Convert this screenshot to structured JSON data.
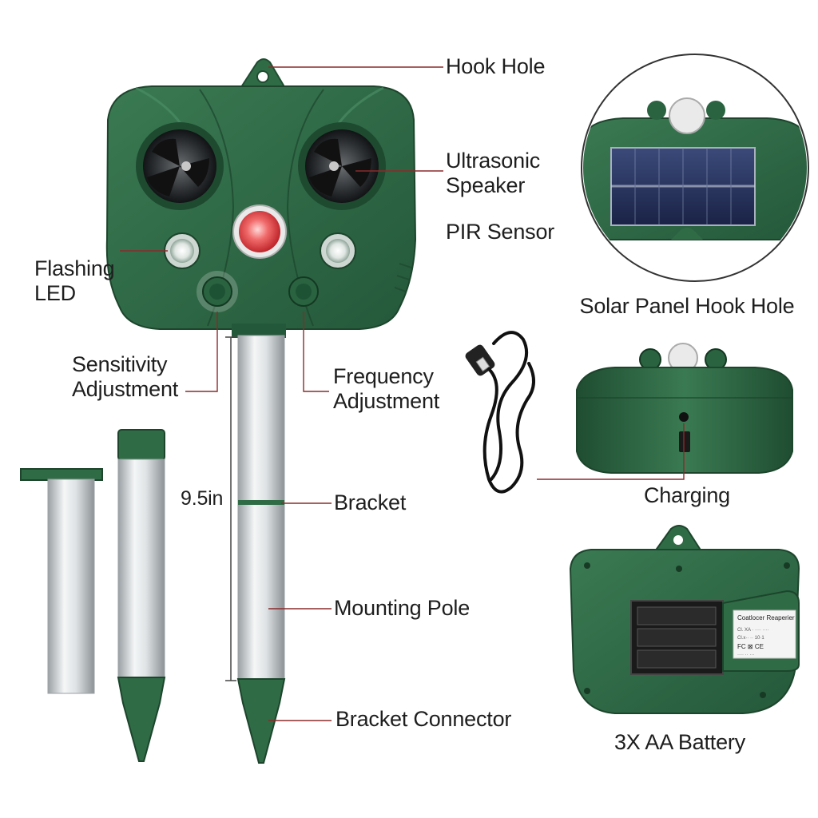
{
  "labels": {
    "hook_hole": "Hook Hole",
    "ultrasonic_speaker": "Ultrasonic\nSpeaker",
    "pir_sensor": "PIR Sensor",
    "flashing_led": "Flashing\nLED",
    "sensitivity_adjustment": "Sensitivity\nAdjustment",
    "frequency_adjustment": "Frequency\nAdjustment",
    "height": "9.5in",
    "bracket": "Bracket",
    "mounting_pole": "Mounting Pole",
    "bracket_connector": "Bracket Connector",
    "solar_panel_hook_hole": "Solar Panel Hook Hole",
    "charging": "Charging",
    "battery": "3X AA Battery"
  },
  "battery_cover": {
    "title": "Coatlocer Reaperier",
    "line1": "Cl. XA  ·  ···· ····",
    "line2": "Cl.x·· ·· 10·1",
    "line3": "···· ·· ···",
    "marks": "FC  ⊠  CE"
  },
  "colors": {
    "body": "#2f6b45",
    "body_dark": "#1f4d31",
    "leader": "#8b2a2a",
    "text": "#1e1e1e"
  }
}
